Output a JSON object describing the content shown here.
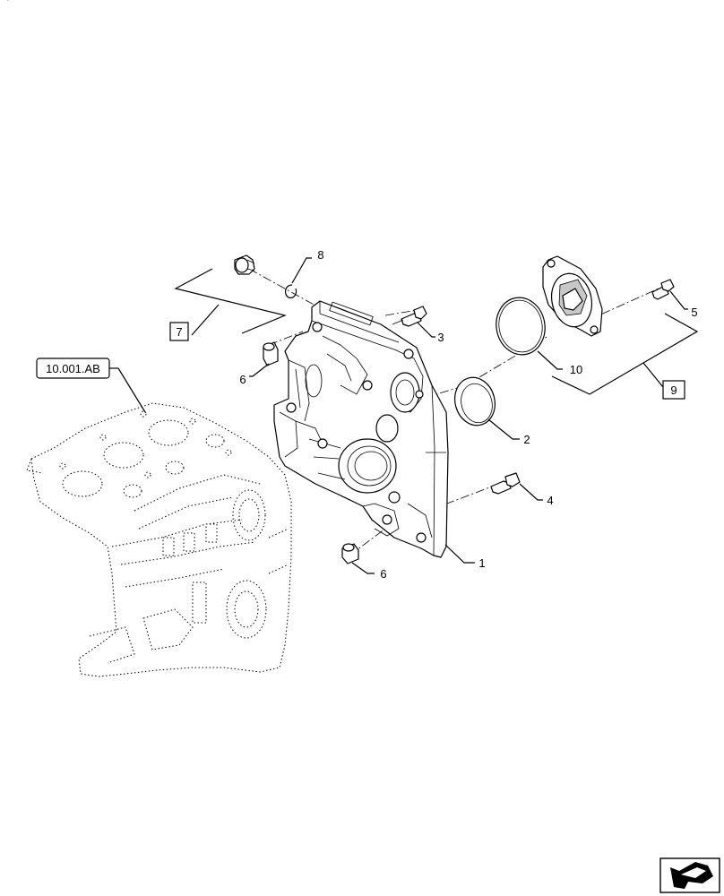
{
  "callouts": {
    "c1": "1",
    "c2": "2",
    "c3": "3",
    "c4": "4",
    "c5": "5",
    "c6a": "6",
    "c6b": "6",
    "c7": "7",
    "c8": "8",
    "c9": "9",
    "c10": "10"
  },
  "reference": {
    "label": "10.001.AB"
  },
  "nav_icon": "return-arrow-icon"
}
